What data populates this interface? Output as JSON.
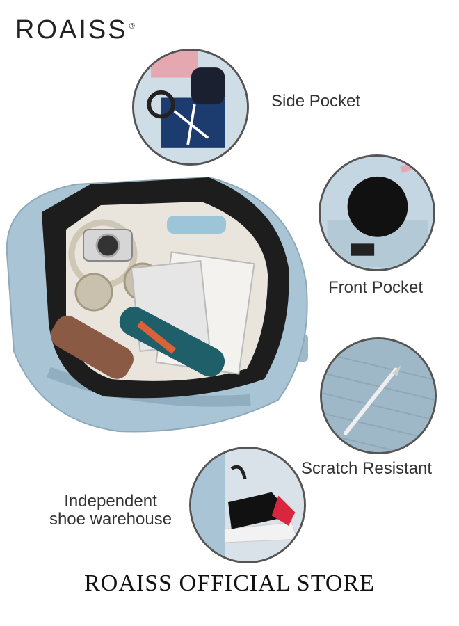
{
  "brand": {
    "name": "ROAISS",
    "registered_mark": "®"
  },
  "features": {
    "side_pocket": "Side Pocket",
    "front_pocket": "Front Pocket",
    "scratch_resistant": "Scratch Resistant",
    "shoe_line1": "Independent",
    "shoe_line2": "shoe warehouse"
  },
  "footer": {
    "store_name": "ROAISS OFFICIAL STORE"
  },
  "colors": {
    "bag_blue": "#a9c4d4",
    "bag_dark": "#1d1d1d",
    "circle_border": "#555555",
    "text": "#333333"
  }
}
